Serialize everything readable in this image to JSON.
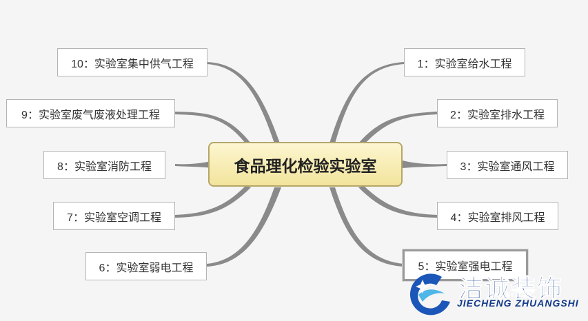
{
  "center_topic": "食品理化检验实验室",
  "nodes": {
    "n1": "1：实验室给水工程",
    "n2": "2：实验室排水工程",
    "n3": "3：实验室通风工程",
    "n4": "4：实验室排风工程",
    "n5": "5：实验室强电工程",
    "n6": "6：实验室弱电工程",
    "n7": "7：实验室空调工程",
    "n8": "8：实验室消防工程",
    "n9": "9：实验室废气废液处理工程",
    "n10": "10：实验室集中供气工程"
  },
  "logo": {
    "name": "洁诚装饰",
    "subtitle": "JIECHENG ZHUANGSHI"
  },
  "colors": {
    "branch": "#8a8a8a",
    "center_fill": "#f8eeb8",
    "center_border": "#b5a66a",
    "logo_blue": "#143a8c"
  }
}
